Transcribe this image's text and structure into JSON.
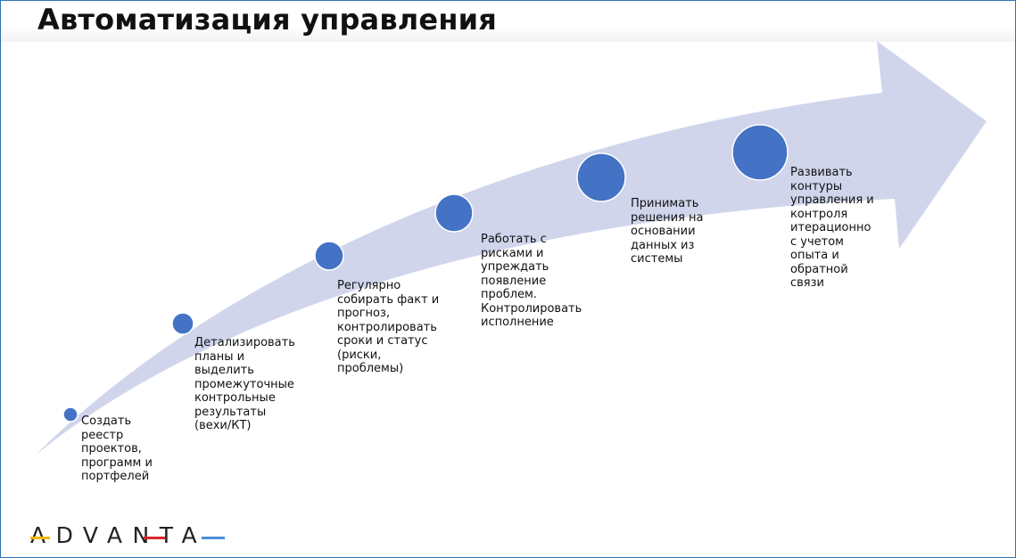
{
  "slide": {
    "title": "Автоматизация управления"
  },
  "diagram": {
    "arrow_color": "#d0d5ec",
    "circle_color": "#4472c4",
    "steps": [
      {
        "id": 1,
        "text": "Создать\nреестр\nпроектов,\nпрограмм и\nпортфелей"
      },
      {
        "id": 2,
        "text": "Детализировать\nпланы и\nвыделить\nпромежуточные\nконтрольные\nрезультаты\n(вехи/КТ)"
      },
      {
        "id": 3,
        "text": "Регулярно\nсобирать факт и\nпрогноз,\nконтролировать\nсроки и статус\n(риски,\nпроблемы)"
      },
      {
        "id": 4,
        "text": "Работать с\nрисками и\nупреждать\nпоявление\nпроблем.\nКонтролировать\nисполнение"
      },
      {
        "id": 5,
        "text": "Принимать\nрешения на\nосновании\nданных из\nсистемы"
      },
      {
        "id": 6,
        "text": "Развивать\nконтуры\nуправления и\nконтроля\nитерационно\nс учетом\nопыта и\nобратной\nсвязи"
      }
    ]
  },
  "logo": {
    "text": "ADVANTA",
    "accent_colors": [
      "#f2b705",
      "#d9272e",
      "#4a90d9"
    ]
  }
}
